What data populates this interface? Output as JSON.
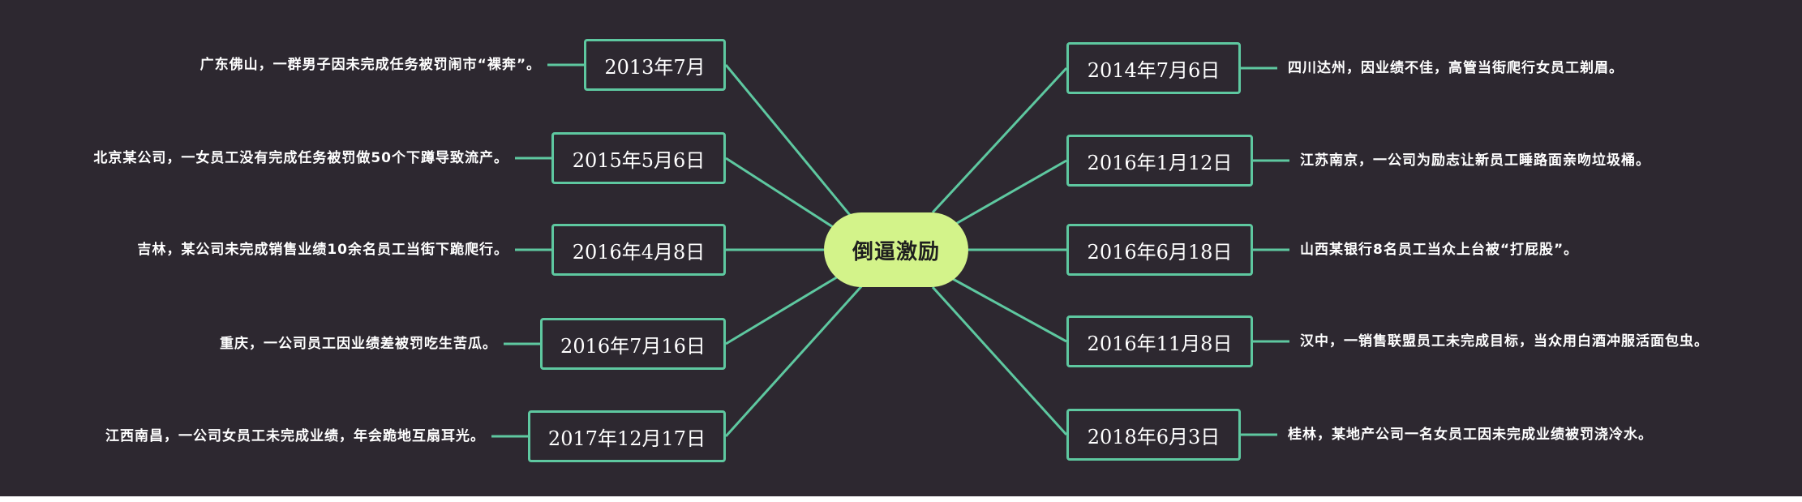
{
  "center": {
    "label": "倒逼激励"
  },
  "colors": {
    "background": "#2d2830",
    "center_fill": "#d3f38a",
    "line": "#5ec8a0",
    "text": "#ffffff"
  },
  "left_branches": [
    {
      "date": "2013年7月",
      "text": "广东佛山，一群男子因未完成任务被罚闹市“裸奔”。"
    },
    {
      "date": "2015年5月6日",
      "text": "北京某公司，一女员工没有完成任务被罚做50个下蹲导致流产。"
    },
    {
      "date": "2016年4月8日",
      "text": "吉林，某公司未完成销售业绩10余名员工当街下跪爬行。"
    },
    {
      "date": "2016年7月16日",
      "text": "重庆，一公司员工因业绩差被罚吃生苦瓜。"
    },
    {
      "date": "2017年12月17日",
      "text": "江西南昌，一公司女员工未完成业绩，年会跪地互扇耳光。"
    }
  ],
  "right_branches": [
    {
      "date": "2014年7月6日",
      "text": "四川达州，因业绩不佳，高管当街爬行女员工剃眉。"
    },
    {
      "date": "2016年1月12日",
      "text": "江苏南京，一公司为励志让新员工睡路面亲吻垃圾桶。"
    },
    {
      "date": "2016年6月18日",
      "text": "山西某银行8名员工当众上台被“打屁股”。"
    },
    {
      "date": "2016年11月8日",
      "text": "汉中，一销售联盟员工未完成目标，当众用白酒冲服活面包虫。"
    },
    {
      "date": "2018年6月3日",
      "text": "桂林，某地产公司一名女员工因未完成业绩被罚浇冷水。"
    }
  ]
}
